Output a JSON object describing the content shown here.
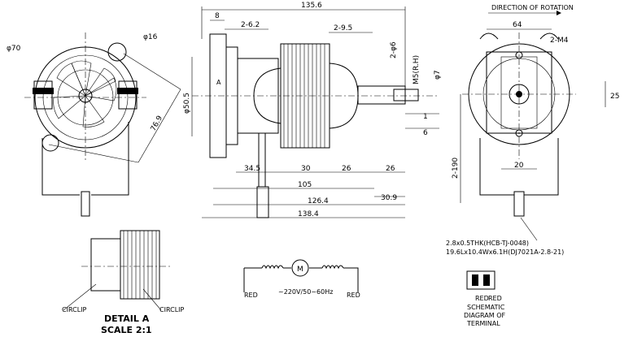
{
  "front_view": {
    "dims": [
      "φ70",
      "φ16",
      "76.9"
    ]
  },
  "side_view": {
    "top_dims": [
      "135.6",
      "8",
      "2-6.2",
      "2-9.5",
      "2-φ6"
    ],
    "left_dims": [
      "φ50.5"
    ],
    "section_marker": "A",
    "right_dims": [
      "M5(R.H)",
      "φ7",
      "1",
      "6"
    ],
    "bottom_dims": [
      "34.5",
      "30",
      "26",
      "26",
      "105",
      "30.9",
      "126.4",
      "138.4"
    ]
  },
  "rear_view": {
    "title": "DIRECTION OF ROTATION",
    "dims": [
      "64",
      "2-M4",
      "25",
      "20",
      "2-190"
    ]
  },
  "detail": {
    "title": "DETAIL A",
    "scale": "SCALE 2:1",
    "left_label": "CIRCLIP",
    "right_label": "CIRCLIP"
  },
  "circuit": {
    "motor": "M",
    "supply": "~220V/50~60Hz",
    "left_lead": "RED",
    "right_lead": "RED"
  },
  "terminal_spec": {
    "line1": "2.8x0.5THK(HCB-TJ-0048)",
    "line2": "19.6Lx10.4Wx6.1H(DJ7021A-2.8-21)"
  },
  "terminal_schematic": {
    "lead_left": "RED",
    "lead_right": "RED",
    "title_lines": [
      "SCHEMATIC",
      "DIAGRAM OF",
      "TERMINAL"
    ]
  }
}
